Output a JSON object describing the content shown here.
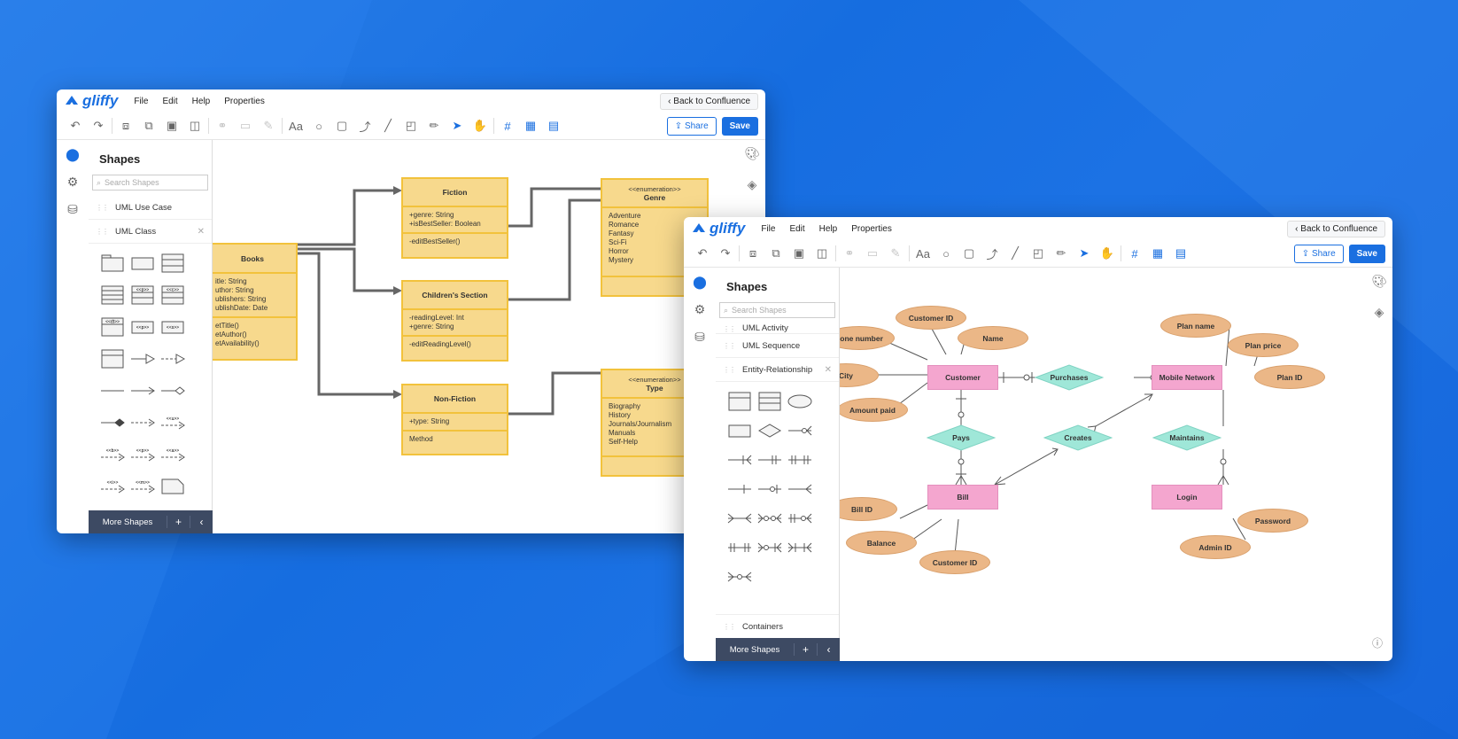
{
  "brand": {
    "logo_text": "gliffy",
    "accent": "#1a6fe0"
  },
  "menus": [
    "File",
    "Edit",
    "Help",
    "Properties"
  ],
  "toolbar": {
    "back_label": "Back to Confluence",
    "share_label": "Share",
    "save_label": "Save"
  },
  "panel": {
    "title": "Shapes",
    "search_placeholder": "Search Shapes",
    "more_label": "More Shapes"
  },
  "left_window": {
    "libraries": [
      "UML Use Case",
      "UML Class"
    ],
    "shape_labels": {
      "dt": "<<dt>>",
      "p": "<<p>>",
      "c": "<<c>>",
      "s": "<<s>>",
      "u": "<<u>>",
      "b": "<<b>>",
      "a": "<<a>>",
      "i": "<<i>>",
      "m": "<<m>>"
    },
    "classes": {
      "books": {
        "name": "Books",
        "attrs": [
          "itle: String",
          "uthor: String",
          "ublishers: String",
          "ublishDate: Date"
        ],
        "methods": [
          "etTitle()",
          "etAuthor()",
          "etAvailability()"
        ]
      },
      "fiction": {
        "name": "Fiction",
        "attrs": [
          "+genre: String",
          "+isBestSeller: Boolean"
        ],
        "methods": [
          "-editBestSeller()"
        ]
      },
      "children": {
        "name": "Children's Section",
        "attrs": [
          "-readingLevel: Int",
          "+genre: String"
        ],
        "methods": [
          "-editReadingLevel()"
        ]
      },
      "nonfiction": {
        "name": "Non-Fiction",
        "attrs": [
          "+type: String"
        ],
        "methods": [
          "Method"
        ]
      },
      "genre": {
        "stereo": "<<enumeration>>",
        "name": "Genre",
        "values": [
          "Adventure",
          "Romance",
          "Fantasy",
          "Sci-Fi",
          "Horror",
          "Mystery"
        ]
      },
      "type": {
        "stereo": "<<enumeration>>",
        "name": "Type",
        "values": [
          "Biography",
          "History",
          "Journals/Journalism",
          "Manuals",
          "Self-Help"
        ]
      }
    }
  },
  "right_window": {
    "libraries": [
      "UML Activity",
      "UML Sequence",
      "Entity-Relationship",
      "Containers"
    ],
    "entities": {
      "customer": "Customer",
      "mobile": "Mobile Network",
      "bill": "Bill",
      "login": "Login"
    },
    "relationships": {
      "purchases": "Purchases",
      "pays": "Pays",
      "creates": "Creates",
      "maintains": "Maintains"
    },
    "attributes": {
      "customer_id": "Customer ID",
      "name": "Name",
      "phone": "hone number",
      "city": "City",
      "amount_paid": "Amount paid",
      "plan_name": "Plan name",
      "plan_price": "Plan price",
      "plan_id": "Plan ID",
      "bill_id": "Bill ID",
      "balance": "Balance",
      "bill_customer_id": "Customer ID",
      "password": "Password",
      "admin_id": "Admin ID"
    }
  }
}
